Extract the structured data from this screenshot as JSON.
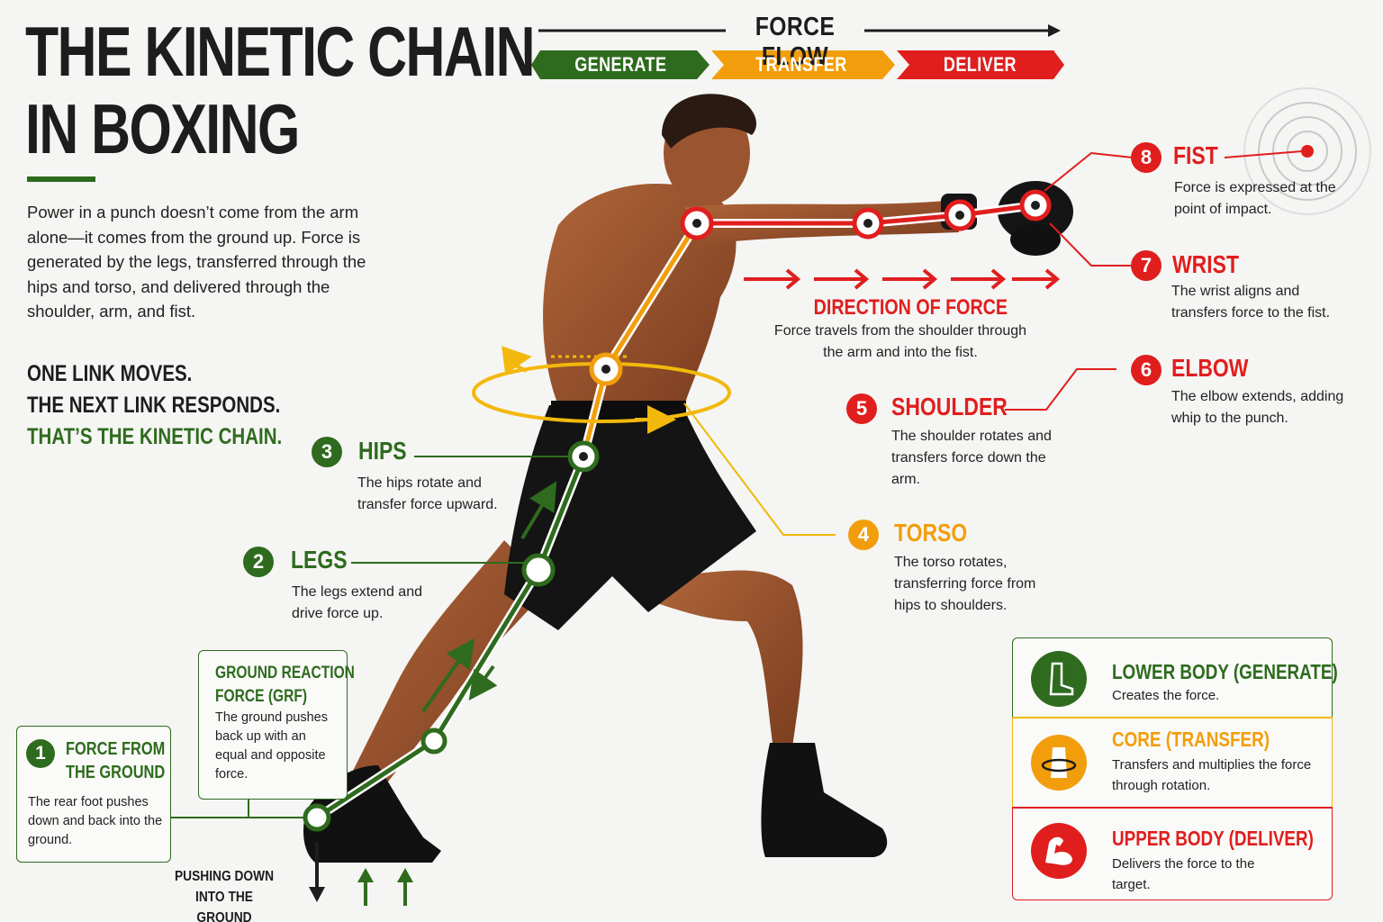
{
  "title": {
    "line1": "THE KINETIC CHAIN",
    "line2": "IN BOXING"
  },
  "intro": "Power in a punch doesn’t come from the arm alone—it comes from the ground up. Force is generated by the legs, transferred through the hips and torso, and delivered through the shoulder, arm, and fist.",
  "tagline": {
    "line1": "ONE LINK MOVES.",
    "line2": "THE NEXT LINK RESPONDS.",
    "line3": "THAT’S THE KINETIC CHAIN."
  },
  "force_flow": {
    "title": "FORCE FLOW",
    "stages": [
      "GENERATE",
      "TRANSFER",
      "DELIVER"
    ]
  },
  "ground_force": {
    "number": "1",
    "title_line1": "FORCE FROM",
    "title_line2": "THE GROUND",
    "desc": "The rear foot pushes down and back into the ground."
  },
  "grf": {
    "title_line1": "GROUND REACTION",
    "title_line2": "FORCE (GRF)",
    "desc": "The ground pushes back up with an equal and opposite force."
  },
  "pushing": {
    "line1": "PUSHING DOWN",
    "line2": "INTO THE GROUND"
  },
  "links": {
    "legs": {
      "number": "2",
      "title": "LEGS",
      "desc": "The legs extend and drive force up."
    },
    "hips": {
      "number": "3",
      "title": "HIPS",
      "desc": "The hips rotate and transfer force upward."
    },
    "torso": {
      "number": "4",
      "title": "TORSO",
      "desc": "The torso rotates, transferring force from hips to shoulders."
    },
    "shoulder": {
      "number": "5",
      "title": "SHOULDER",
      "desc": "The shoulder rotates and transfers force down the arm."
    },
    "elbow": {
      "number": "6",
      "title": "ELBOW",
      "desc": "The elbow extends, adding whip to the punch."
    },
    "wrist": {
      "number": "7",
      "title": "WRIST",
      "desc": "The wrist aligns and transfers force to the fist."
    },
    "fist": {
      "number": "8",
      "title": "FIST",
      "desc": "Force is expressed at the point of impact."
    }
  },
  "direction": {
    "title": "DIRECTION OF FORCE",
    "desc": "Force travels from the shoulder through the arm and into the fist."
  },
  "legend": [
    {
      "title": "LOWER BODY (GENERATE)",
      "desc": "Creates the force.",
      "color": "#2e6b1e",
      "icon": "boot-icon"
    },
    {
      "title": "CORE (TRANSFER)",
      "desc": "Transfers and multiplies the force through rotation.",
      "color": "#f29e0c",
      "icon": "torso-rotation-icon"
    },
    {
      "title": "UPPER BODY (DELIVER)",
      "desc": "Delivers the force to the target.",
      "color": "#e01e1e",
      "icon": "flexed-arm-icon"
    }
  ],
  "colors": {
    "generate": "#2e6b1e",
    "transfer": "#f29e0c",
    "deliver": "#e01e1e"
  }
}
